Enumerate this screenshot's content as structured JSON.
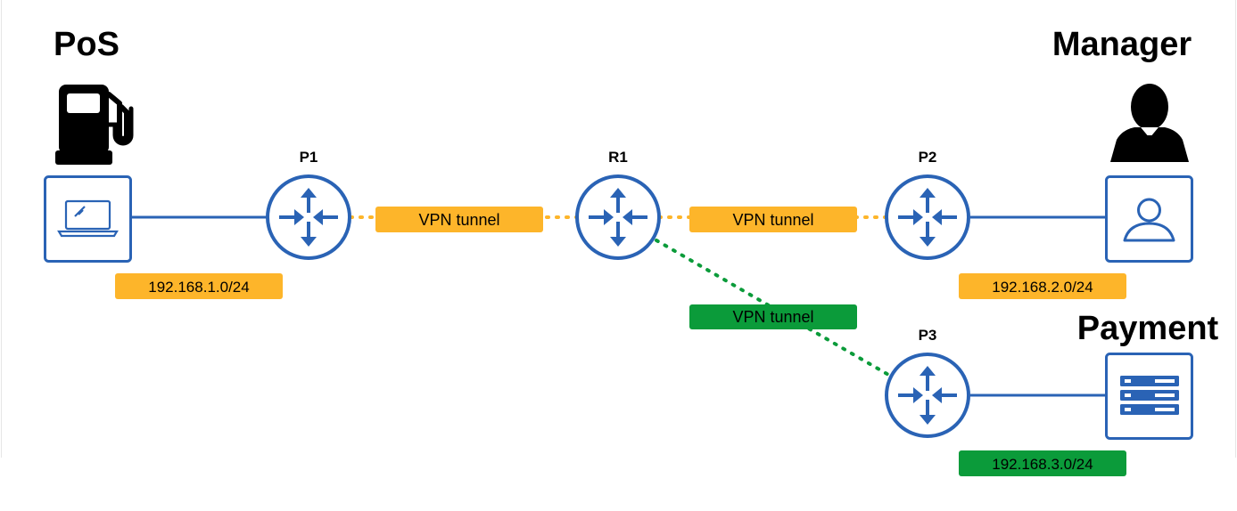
{
  "colors": {
    "device_blue": "#2a63b5",
    "tunnel_orange": "#fdb52a",
    "tunnel_green": "#0b9b3a",
    "icon_black": "#000000"
  },
  "sites": {
    "pos": {
      "title": "PoS",
      "device_icon": "laptop-icon",
      "symbol_icon": "fuel-pump-icon",
      "network": "192.168.1.0/24"
    },
    "manager": {
      "title": "Manager",
      "device_icon": "user-icon",
      "symbol_icon": "businessman-icon",
      "network": "192.168.2.0/24"
    },
    "payment": {
      "title": "Payment",
      "device_icon": "server-icon",
      "network": "192.168.3.0/24"
    }
  },
  "routers": {
    "p1": {
      "label": "P1"
    },
    "r1": {
      "label": "R1"
    },
    "p2": {
      "label": "P2"
    },
    "p3": {
      "label": "P3"
    }
  },
  "tunnels": {
    "p1_r1": {
      "label": "VPN tunnel",
      "color": "orange"
    },
    "r1_p2": {
      "label": "VPN tunnel",
      "color": "orange"
    },
    "r1_p3": {
      "label": "VPN tunnel",
      "color": "green"
    }
  }
}
